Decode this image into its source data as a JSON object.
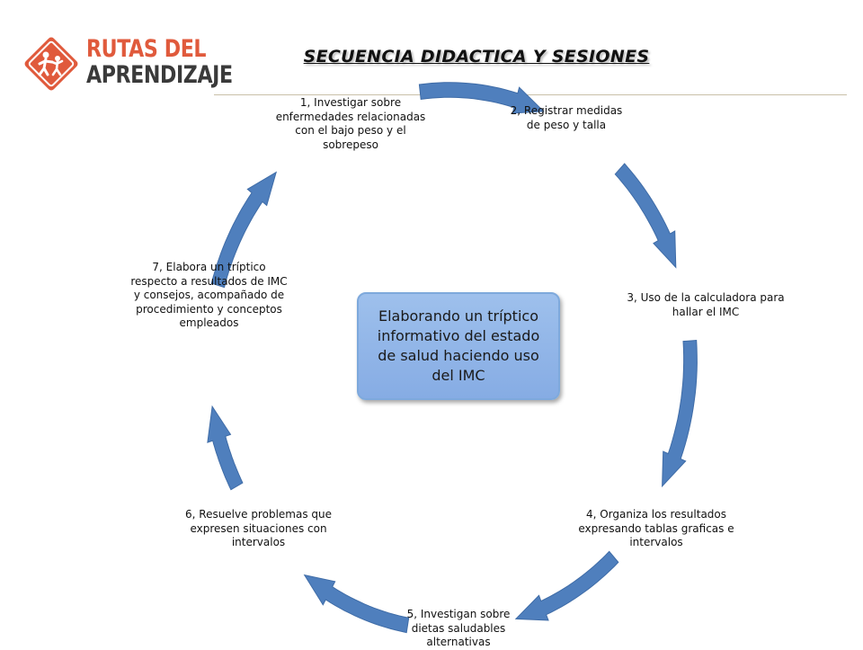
{
  "logo": {
    "line1": "RUTAS DEL",
    "line2": "APRENDIZAJE",
    "accent": "#e05a3c"
  },
  "title": "SECUENCIA DIDACTICA Y SESIONES",
  "center_text": "Elaborando un tríptico informativo del estado de salud haciendo uso del IMC",
  "steps": [
    "1, Investigar sobre enfermedades relacionadas con el bajo peso y el sobrepeso",
    "2, Registrar medidas de peso y talla",
    "3, Uso de la calculadora para hallar el IMC",
    "4, Organiza los resultados expresando tablas graficas e intervalos",
    "5, Investigan sobre dietas saludables alternativas",
    "6, Resuelve problemas que expresen situaciones con intervalos",
    "7, Elabora un tríptico respecto a resultados de IMC y consejos, acompañado de procedimiento y conceptos empleados"
  ],
  "colors": {
    "arrow": "#4f7fbd",
    "center_fill": "#8fb4e6",
    "rule": "#c9c0a8"
  }
}
